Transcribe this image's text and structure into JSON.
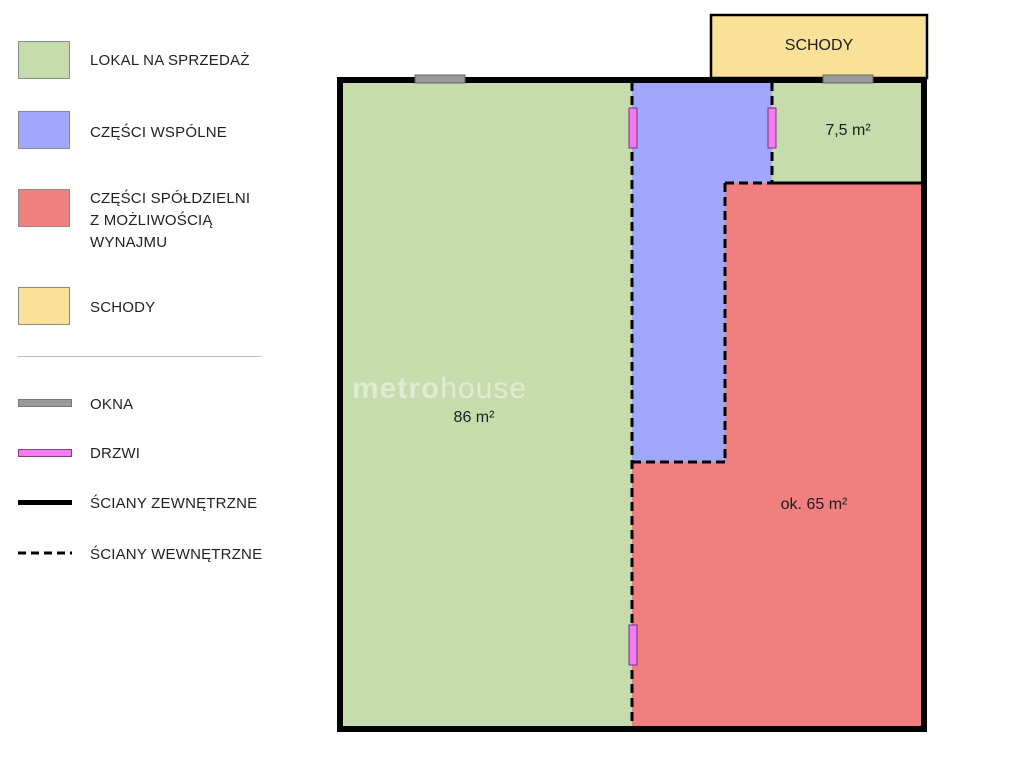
{
  "colors": {
    "sale": "#c6dcac",
    "common": "#a1a7fd",
    "coop": "#f08080",
    "stairs": "#fae198",
    "window": "#9a9a9a",
    "door": "#f37cf1",
    "wall": "#000000"
  },
  "legend": {
    "sale_label": "LOKAL NA SPRZEDAŻ",
    "common_label": "CZĘŚCI WSPÓLNE",
    "coop_label": "CZĘŚCI SPÓŁDZIELNI\nZ MOŻLIWOŚCIĄ\nWYNAJMU",
    "stairs_label": "SCHODY",
    "windows_label": "OKNA",
    "doors_label": "DRZWI",
    "ext_walls_label": "ŚCIANY ZEWNĘTRZNE",
    "int_walls_label": "ŚCIANY WEWNĘTRZNE"
  },
  "plan": {
    "stairs_label": "SCHODY",
    "main_area": "86 m²",
    "small_area": "7,5 m²",
    "coop_area": "ok. 65 m²"
  },
  "watermark": {
    "brand_bold": "metro",
    "brand_light": "house"
  }
}
